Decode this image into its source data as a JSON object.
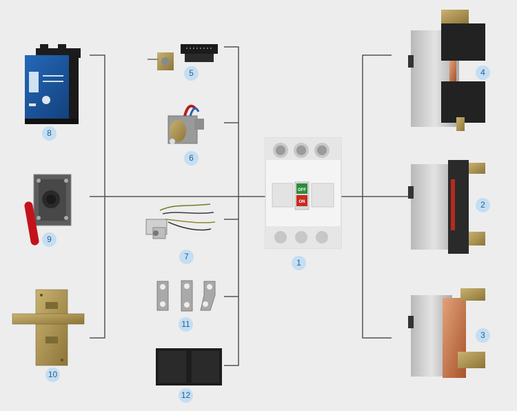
{
  "diagram": {
    "colors": {
      "background": "#ededed",
      "connector": "#555555",
      "badge_fill": "#c4def3",
      "badge_text": "#2c5f8a"
    },
    "main_breaker": {
      "number": "1",
      "off_label": "OFF",
      "on_label": "ON"
    },
    "components": [
      {
        "number": "2",
        "icon": "rear-connection-terminal-icon"
      },
      {
        "number": "3",
        "icon": "plug-in-terminal-icon"
      },
      {
        "number": "4",
        "icon": "extended-rear-terminal-icon"
      },
      {
        "number": "5",
        "icon": "shunt-release-icon"
      },
      {
        "number": "6",
        "icon": "undervoltage-release-icon"
      },
      {
        "number": "7",
        "icon": "auxiliary-contact-icon"
      },
      {
        "number": "8",
        "icon": "motor-operator-icon"
      },
      {
        "number": "9",
        "icon": "rotary-handle-icon"
      },
      {
        "number": "10",
        "icon": "mechanical-interlock-icon"
      },
      {
        "number": "11",
        "icon": "connection-plate-icon"
      },
      {
        "number": "12",
        "icon": "phase-barrier-icon"
      }
    ]
  }
}
